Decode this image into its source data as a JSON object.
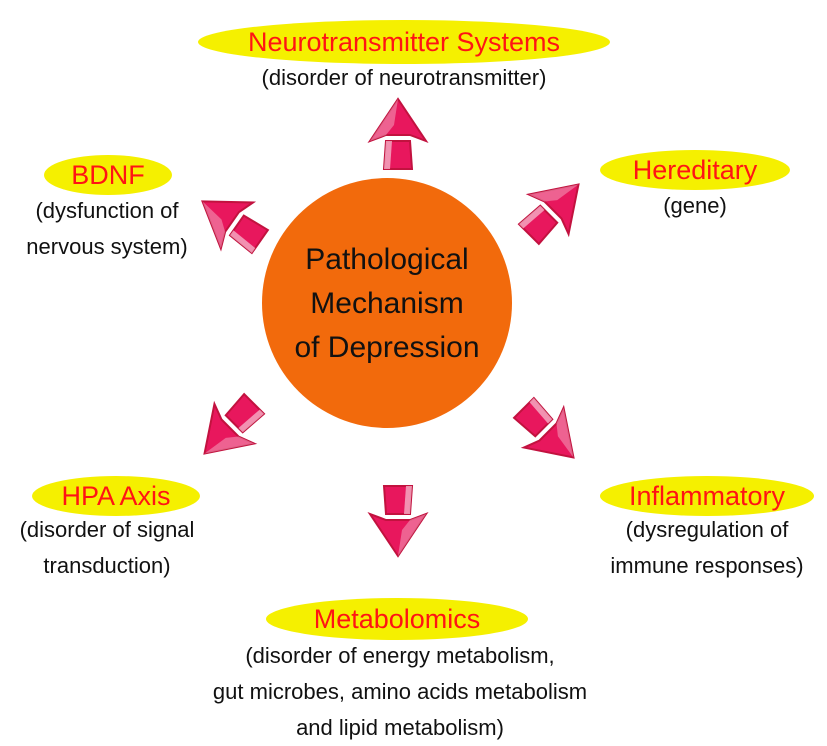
{
  "center": {
    "lines": [
      "Pathological",
      "Mechanism",
      "of Depression"
    ]
  },
  "nodes": {
    "neurotransmitter": {
      "title": "Neurotransmitter Systems",
      "desc": [
        "(disorder of neurotransmitter)"
      ]
    },
    "hereditary": {
      "title": "Hereditary",
      "desc": [
        "(gene)"
      ]
    },
    "bdnf": {
      "title": "BDNF",
      "desc": [
        "(dysfunction of",
        "nervous system)"
      ]
    },
    "hpa": {
      "title": "HPA Axis",
      "desc": [
        "(disorder of signal",
        "transduction)"
      ]
    },
    "inflammatory": {
      "title": "Inflammatory",
      "desc": [
        "(dysregulation of",
        "immune responses)"
      ]
    },
    "metabolomics": {
      "title": "Metabolomics",
      "desc": [
        "(disorder of energy metabolism,",
        "gut microbes, amino acids metabolism",
        "and lipid metabolism)"
      ]
    }
  },
  "colors": {
    "center_fill": "#f26a0c",
    "title_bg": "#f5f000",
    "title_text": "#ff1414",
    "arrow_fill": "#e8175d",
    "arrow_shade": "#c2123f",
    "arrow_highlight": "#f7c6d6"
  },
  "icons": [
    "arrow-up-icon",
    "arrow-up-right-icon",
    "arrow-up-left-icon",
    "arrow-down-left-icon",
    "arrow-down-right-icon",
    "arrow-down-icon"
  ]
}
